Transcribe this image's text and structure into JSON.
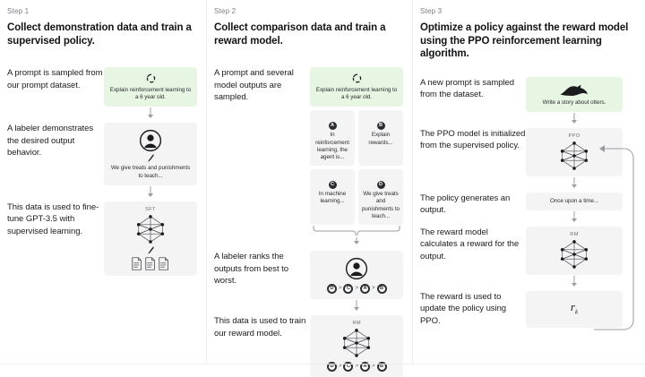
{
  "steps": [
    {
      "label": "Step 1",
      "title": "Collect demonstration data and train a supervised policy.",
      "rows": [
        {
          "text": "A prompt is sampled from our prompt dataset.",
          "card_text": "Explain reinforcement learning to a 6 year old.",
          "icon": "loop-icon",
          "card_style": "green"
        },
        {
          "text": "A labeler demonstrates the desired output behavior.",
          "card_text": "We give treats and punishments to teach...",
          "icon": "person-icon",
          "card_style": "grey"
        },
        {
          "text": "This data is used to fine-tune GPT-3.5 with supervised learning.",
          "card_tag": "SFT",
          "icon": "network-icon",
          "card_style": "grey"
        }
      ]
    },
    {
      "label": "Step 2",
      "title": "Collect comparison data and train a reward model.",
      "rows": [
        {
          "text": "A prompt and several model outputs are sampled.",
          "card_text": "Explain reinforcement learning to a 6 year old.",
          "icon": "loop-icon",
          "card_style": "green"
        },
        {
          "text": "",
          "outputs": [
            {
              "badge": "A",
              "card_text": "In reinforcement learning, the agent is..."
            },
            {
              "badge": "B",
              "card_text": "Explain rewards..."
            },
            {
              "badge": "C",
              "card_text": "In machine learning..."
            },
            {
              "badge": "D",
              "card_text": "We give treats and punishments to teach..."
            }
          ]
        },
        {
          "text": "A labeler ranks the outputs from best to worst.",
          "ranking": [
            "D",
            "C",
            "A",
            "B"
          ],
          "icon": "person-icon",
          "card_style": "grey"
        },
        {
          "text": "This data is used to train our reward model.",
          "card_tag": "RM",
          "ranking": [
            "D",
            "C",
            "A",
            "B"
          ],
          "icon": "network-icon",
          "card_style": "grey"
        }
      ]
    },
    {
      "label": "Step 3",
      "title": "Optimize a policy against the reward model using the PPO reinforcement learning algorithm.",
      "rows": [
        {
          "text": "A new prompt is sampled from the dataset.",
          "card_text": "Write a story about otters.",
          "icon": "otter-icon",
          "card_style": "green"
        },
        {
          "text": "The PPO model is initialized from the supervised policy.",
          "card_tag": "PPO",
          "icon": "network-icon",
          "card_style": "grey"
        },
        {
          "text": "The policy generates an output.",
          "card_text": "Once upon a time...",
          "card_style": "grey"
        },
        {
          "text": "The reward model calculates a reward for the output.",
          "card_tag": "RM",
          "icon": "network-icon",
          "card_style": "grey"
        },
        {
          "text": "The reward is used to update the policy using PPO.",
          "formula": "r",
          "formula_sub": "k",
          "card_style": "grey"
        }
      ]
    }
  ],
  "symbols": {
    "greater_than": ">"
  },
  "colors": {
    "prompt_green": "#e7f6e3",
    "card_grey": "#f4f4f5",
    "text_dark": "#1b1c1e",
    "text_muted": "#7b7d85",
    "arrow_grey": "#9a9ca1"
  }
}
